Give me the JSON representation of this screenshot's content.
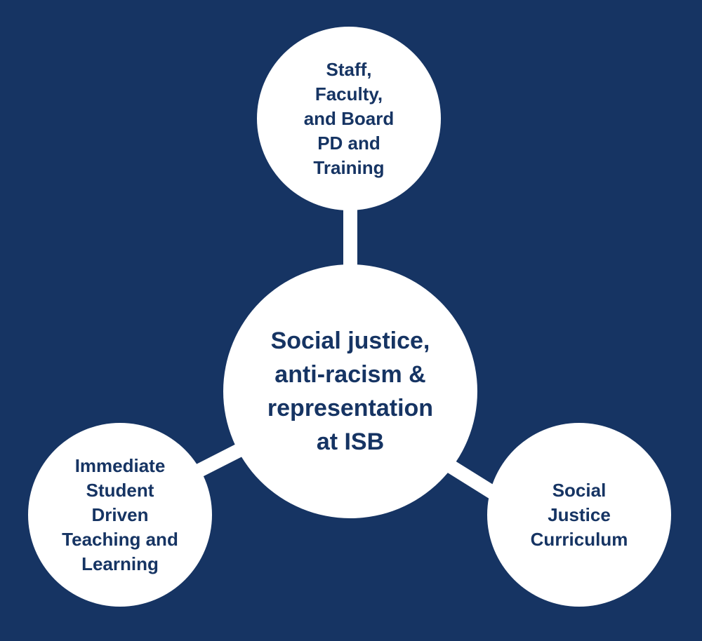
{
  "colors": {
    "background": "#163463",
    "node_fill": "#ffffff",
    "text": "#163463"
  },
  "diagram": {
    "center": {
      "lines": [
        "Social justice,",
        "anti-racism &",
        "representation",
        "at ISB"
      ]
    },
    "top": {
      "lines": [
        "Staff,",
        "Faculty,",
        "and Board",
        "PD and",
        "Training"
      ]
    },
    "left": {
      "lines": [
        "Immediate",
        "Student",
        "Driven",
        "Teaching and",
        "Learning"
      ]
    },
    "right": {
      "lines": [
        "Social",
        "Justice",
        "Curriculum"
      ]
    }
  }
}
